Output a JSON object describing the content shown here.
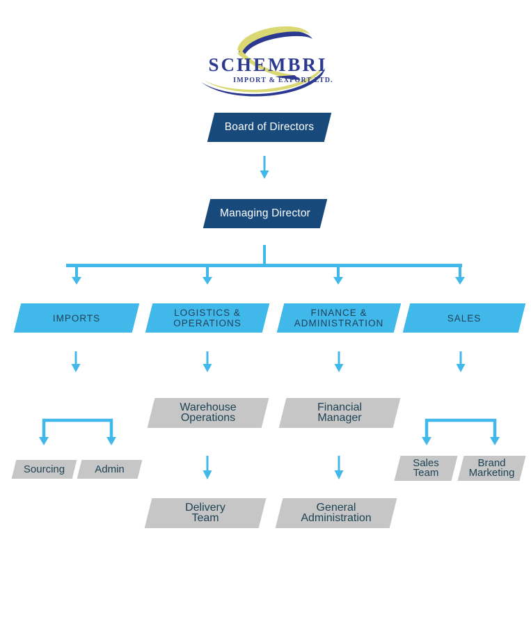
{
  "logo": {
    "name": "SCHEMBRI",
    "tagline": "IMPORT & EXPORT LTD."
  },
  "colors": {
    "navy_box": "#17497B",
    "accent_blue": "#41B8EA",
    "gray_box": "#C6C6C6",
    "box_text_dark": "#1E3D56",
    "white_text": "#FFFFFF",
    "logo_blue": "#2B3990",
    "logo_yellow": "#D9D873"
  },
  "nodes": {
    "board": {
      "label": "Board of Directors"
    },
    "managing_director": {
      "label": "Managing Director"
    },
    "imports": {
      "label": "IMPORTS"
    },
    "logistics": {
      "line1": "LOGISTICS &",
      "line2": "OPERATIONS"
    },
    "finance": {
      "line1": "FINANCE &",
      "line2": "ADMINISTRATION"
    },
    "sales": {
      "label": "SALES"
    },
    "warehouse_operations": {
      "line1": "Warehouse",
      "line2": "Operations"
    },
    "financial_manager": {
      "line1": "Financial",
      "line2": "Manager"
    },
    "sourcing": {
      "label": "Sourcing"
    },
    "admin": {
      "label": "Admin"
    },
    "delivery_team": {
      "line1": "Delivery",
      "line2": "Team"
    },
    "general_administration": {
      "line1": "General",
      "line2": "Administration"
    },
    "sales_team": {
      "line1": "Sales",
      "line2": "Team"
    },
    "brand_marketing": {
      "line1": "Brand",
      "line2": "Marketing"
    }
  },
  "edges": [
    {
      "from": "board",
      "to": "managing_director"
    },
    {
      "from": "managing_director",
      "to": "imports"
    },
    {
      "from": "managing_director",
      "to": "logistics"
    },
    {
      "from": "managing_director",
      "to": "finance"
    },
    {
      "from": "managing_director",
      "to": "sales"
    },
    {
      "from": "imports",
      "to": "sourcing"
    },
    {
      "from": "imports",
      "to": "admin"
    },
    {
      "from": "logistics",
      "to": "warehouse_operations"
    },
    {
      "from": "warehouse_operations",
      "to": "delivery_team"
    },
    {
      "from": "finance",
      "to": "financial_manager"
    },
    {
      "from": "financial_manager",
      "to": "general_administration"
    },
    {
      "from": "sales",
      "to": "sales_team"
    },
    {
      "from": "sales",
      "to": "brand_marketing"
    }
  ]
}
